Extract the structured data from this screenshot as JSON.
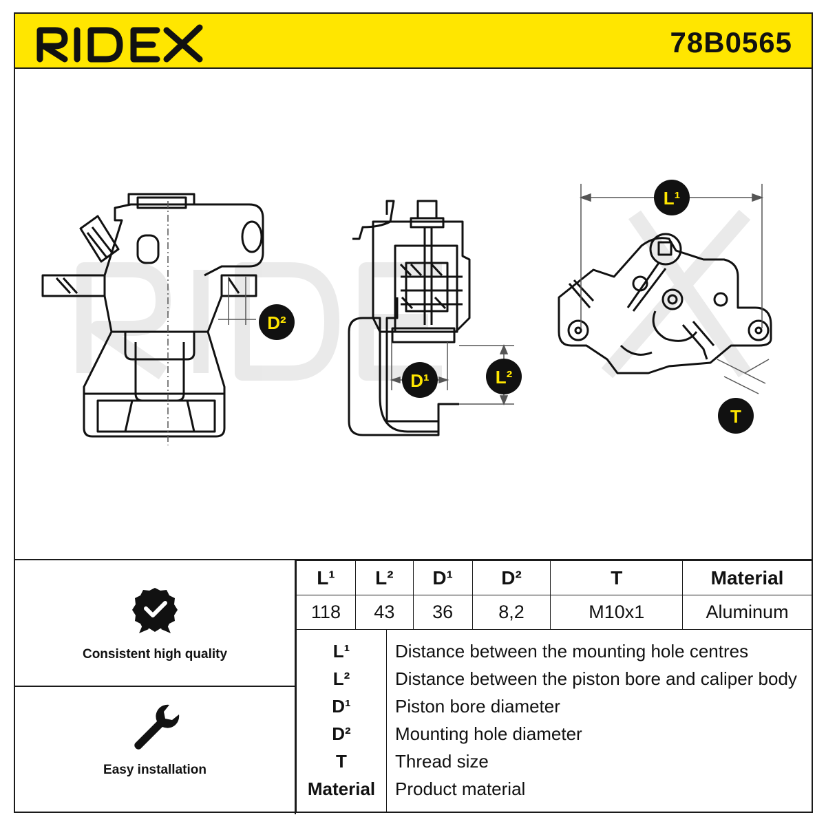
{
  "brand": {
    "name": "RIDEX",
    "accent": "#ffe600"
  },
  "part_number": "78B0565",
  "dimension_badges": {
    "L1": "L¹",
    "L2": "L²",
    "D1": "D¹",
    "D2": "D²",
    "T": "T"
  },
  "watermark": "RIDEX",
  "specs": {
    "headers": [
      "L¹",
      "L²",
      "D¹",
      "D²",
      "T",
      "Material"
    ],
    "values": [
      "118",
      "43",
      "36",
      "8,2",
      "M10x1",
      "Aluminum"
    ]
  },
  "legend": [
    {
      "key": "L¹",
      "desc": "Distance between the mounting hole centres"
    },
    {
      "key": "L²",
      "desc": "Distance between the piston bore and caliper body"
    },
    {
      "key": "D¹",
      "desc": "Piston bore diameter"
    },
    {
      "key": "D²",
      "desc": "Mounting hole diameter"
    },
    {
      "key": "T",
      "desc": "Thread size"
    },
    {
      "key": "Material",
      "desc": "Product material"
    }
  ],
  "features": [
    {
      "icon": "quality-badge-icon",
      "label": "Consistent high quality"
    },
    {
      "icon": "wrench-icon",
      "label": "Easy installation"
    }
  ]
}
